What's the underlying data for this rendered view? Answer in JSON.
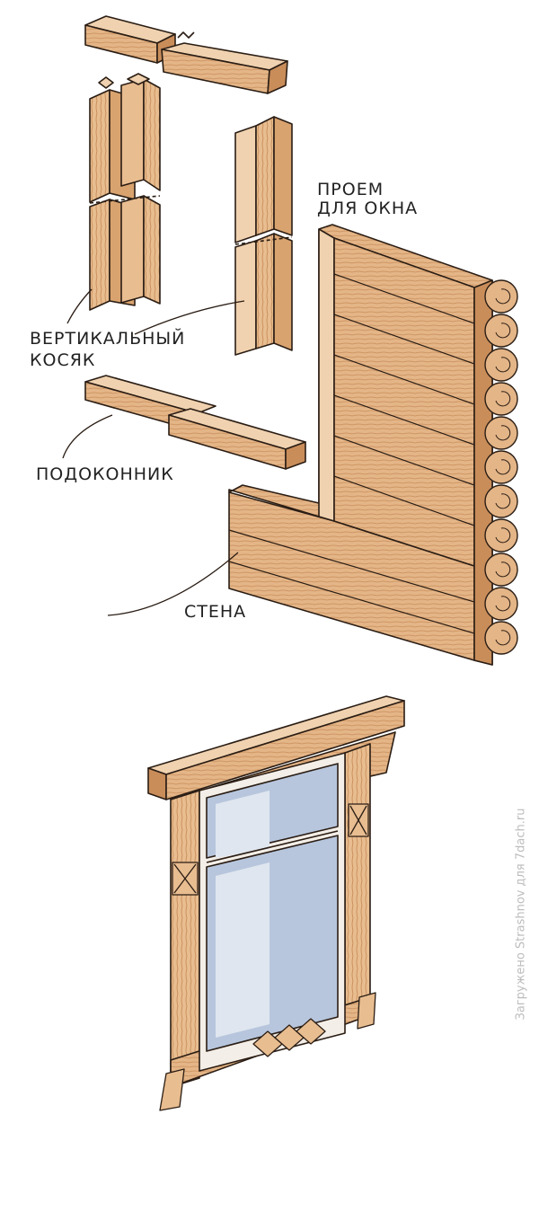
{
  "labels": {
    "window_opening_line1": "ПРОЕМ",
    "window_opening_line2": "ДЛЯ ОКНА",
    "vertical_jamb_line1": "ВЕРТИКАЛЬНЫЙ",
    "vertical_jamb_line2": "КОСЯК",
    "windowsill": "ПОДОКОННИК",
    "wall": "СТЕНА"
  },
  "watermark": "Загружено Strashnov для 7dach.ru",
  "colors": {
    "wood": "#e4b587",
    "wood_dark": "#c98d5a",
    "wood_pale": "#f0d2b0",
    "ink": "#2a1d14",
    "glass": "#b7c6dd",
    "glass_light": "#dfe6ef",
    "trim_light": "#f3eee7"
  }
}
